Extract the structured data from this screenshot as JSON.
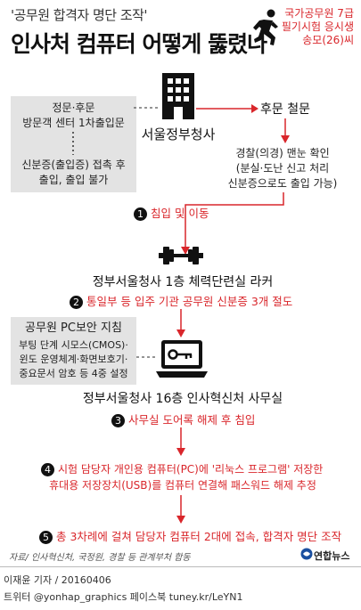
{
  "header": {
    "subtitle": "'공무원 합격자 명단 조작'",
    "title": "인사처 컴퓨터 어떻게 뚫렸나"
  },
  "suspect": {
    "line1": "국가공무원 7급",
    "line2": "필기시험 응시생",
    "line3": "송모(26)씨"
  },
  "entrance_box": {
    "line1": "정문·후문",
    "line2": "방문객 센터 1차출입문",
    "line3": "신분증(출입증) 접촉 후",
    "line4": "출입, 출입 불가"
  },
  "building_label": "서울정부청사",
  "back_door": {
    "title": "후문 철문",
    "line1": "경찰(의경) 맨눈 확인",
    "line2": "(분실·도난 신고 처리",
    "line3": "신분증으로도 출입 가능)"
  },
  "steps": [
    {
      "num": "1",
      "text": "침입 및 이동"
    },
    {
      "num": "2",
      "text": "통일부 등 입주 기관 공무원 신분증 3개 절도"
    },
    {
      "num": "3",
      "text": "사무실 도어록 해제 후 침입"
    },
    {
      "num": "4",
      "line1": "시험 담당자 개인용 컴퓨터(PC)에 '리눅스 프로그램' 저장한",
      "line2": "휴대용 저장장치(USB)를 컴퓨터 연결해 패스워드 해제 추정"
    },
    {
      "num": "5",
      "text": "총 3차례에 걸쳐 담당자 컴퓨터 2대에 접속, 합격자 명단 조작"
    }
  ],
  "gym_label": "정부서울청사 1층 체력단련실 라커",
  "pc_policy": {
    "title": "공무원 PC보안 지침",
    "line1": "부팅 단계 시모스(CMOS)·",
    "line2": "윈도 운영체계·화면보호기·",
    "line3": "중요문서 암호 등 4중 설정"
  },
  "office_label": "정부서울청사 16층 인사혁신처 사무실",
  "source": "자료/ 인사혁신처, 국정원, 경찰 등 관계부처 합동",
  "logo_text": "연합뉴스",
  "credit1": "이재윤 기자 / 20160406",
  "credit2": "트위터 @yonhap_graphics  페이스북 tuney.kr/LeYN1",
  "colors": {
    "accent": "#d9262b",
    "gray_box": "#e3e3e3"
  }
}
